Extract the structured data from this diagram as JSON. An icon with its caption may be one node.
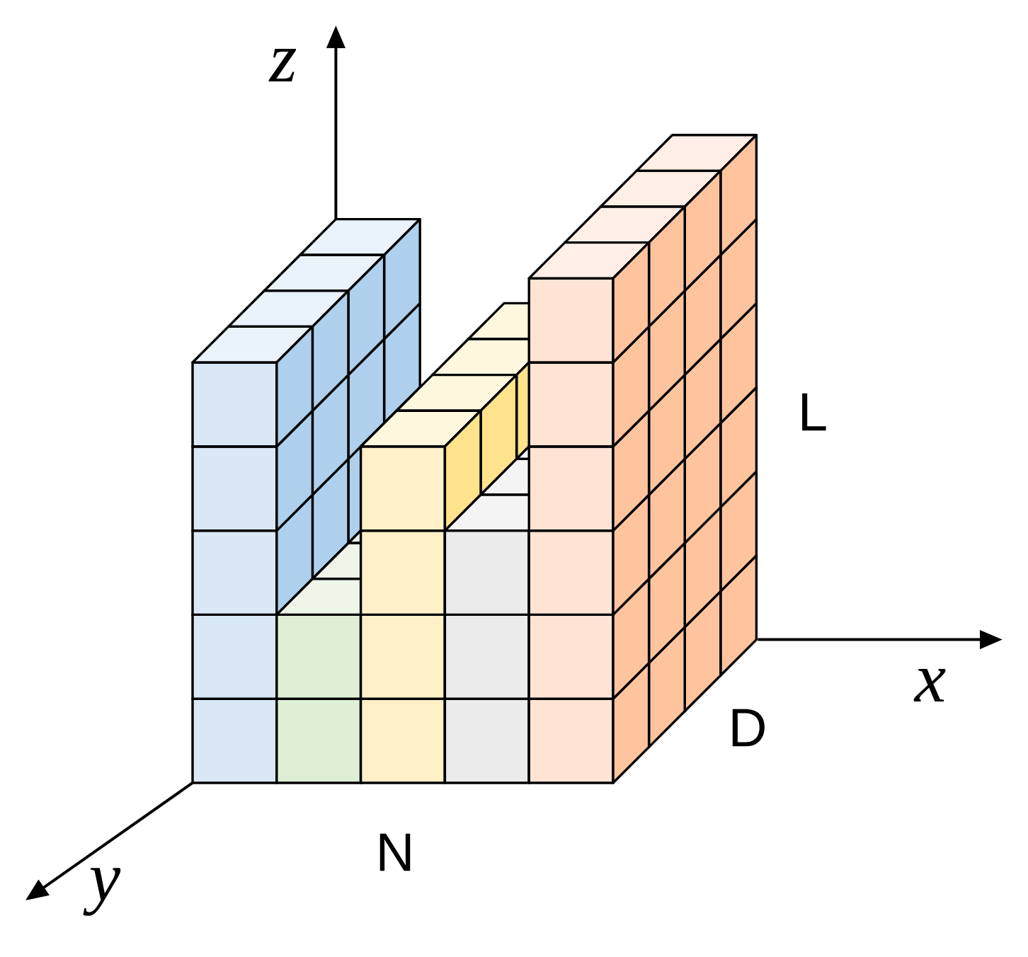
{
  "diagram": {
    "labels": [
      "z",
      "L",
      "x",
      "D",
      "N",
      "y"
    ]
  }
}
